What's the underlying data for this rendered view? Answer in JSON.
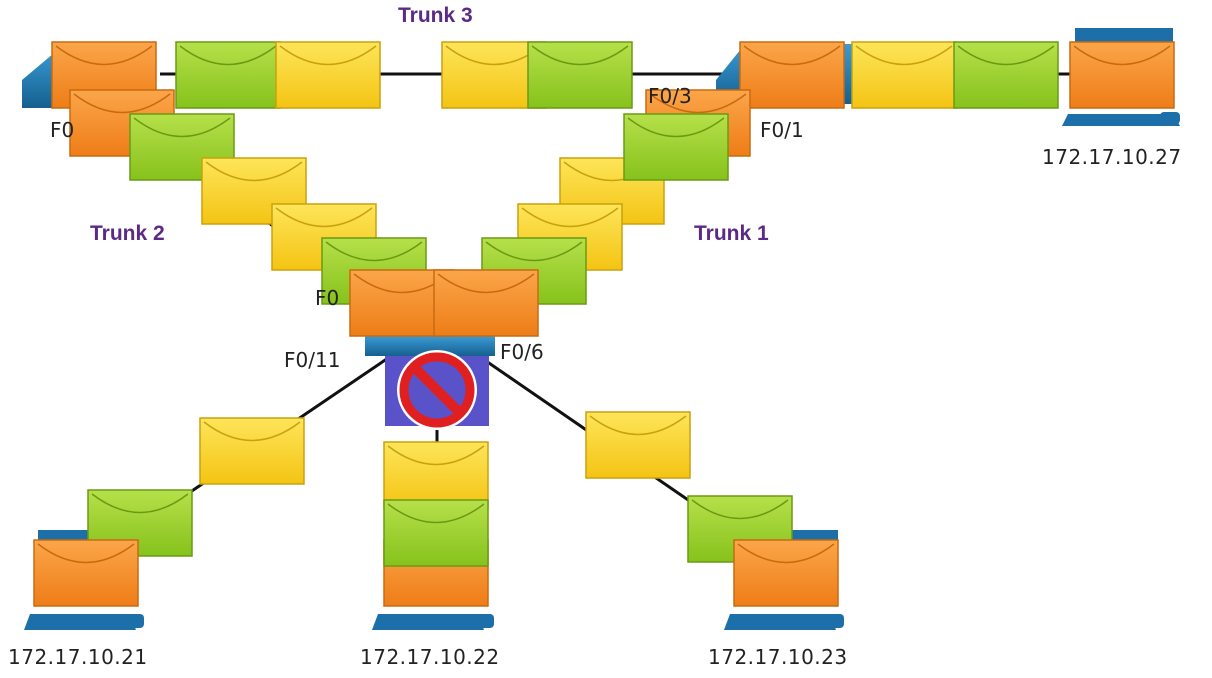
{
  "trunks": {
    "trunk1": "Trunk 1",
    "trunk2": "Trunk 2",
    "trunk3": "Trunk 3"
  },
  "ports": {
    "f0_11": "F0/11",
    "f0_6": "F0/6",
    "f0_1": "F0/1",
    "f0_partial_left": "F0",
    "f0_partial_right": "F0/3",
    "f0_partial_center": "F0"
  },
  "hosts": {
    "pc21": "172.17.10.21",
    "pc22": "172.17.10.22",
    "pc23": "172.17.10.23",
    "pc27": "172.17.10.27"
  },
  "colors": {
    "orange_frame": "#f5902a",
    "green_frame": "#9bd12e",
    "yellow_frame": "#f8d21a",
    "device_blue": "#1c6fa8",
    "trunk_label": "#5b2a86",
    "blocked_sign": "#e02020",
    "blocked_bg": "#5a52c8"
  },
  "icons": {
    "frame": "envelope-icon",
    "switch": "switch-icon",
    "host": "pc-icon",
    "blocked": "no-entry-icon"
  }
}
